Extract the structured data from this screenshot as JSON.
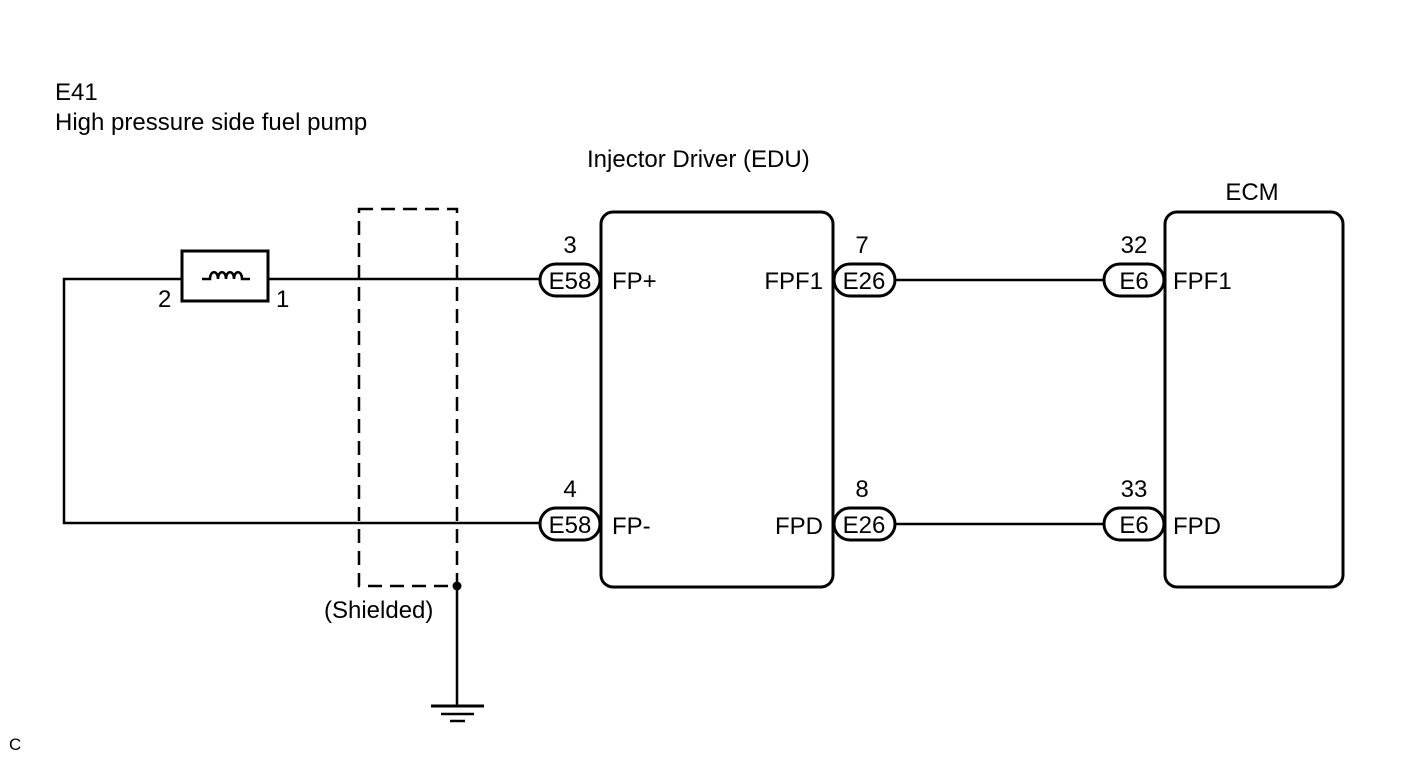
{
  "pump": {
    "connector_id": "E41",
    "name": "High pressure side fuel pump",
    "pin_left": "2",
    "pin_right": "1"
  },
  "shield": {
    "label": "(Shielded)"
  },
  "edu": {
    "title": "Injector Driver (EDU)",
    "left_terminals": [
      {
        "connector": "E58",
        "pin": "3",
        "name": "FP+"
      },
      {
        "connector": "E58",
        "pin": "4",
        "name": "FP-"
      }
    ],
    "right_terminals": [
      {
        "connector": "E26",
        "pin": "7",
        "name": "FPF1"
      },
      {
        "connector": "E26",
        "pin": "8",
        "name": "FPD"
      }
    ]
  },
  "ecm": {
    "title": "ECM",
    "terminals": [
      {
        "connector": "E6",
        "pin": "32",
        "name": "FPF1"
      },
      {
        "connector": "E6",
        "pin": "33",
        "name": "FPD"
      }
    ]
  },
  "corner_mark": "C"
}
